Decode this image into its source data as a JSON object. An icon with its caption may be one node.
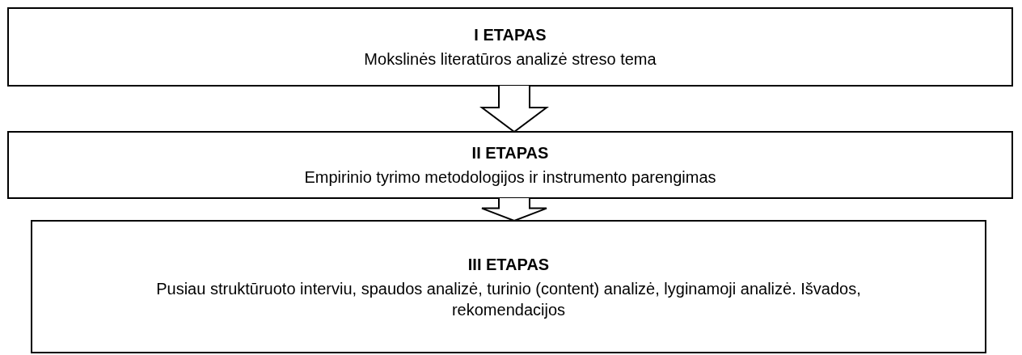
{
  "diagram": {
    "nodes": [
      {
        "text": [
          "I ETAPAS",
          "Mokslinės literatūros analizė streso tema"
        ]
      },
      {
        "text": [
          "II ETAPAS",
          "Empirinio tyrimo metodologijos ir instrumento parengimas"
        ]
      },
      {
        "text": [
          "III ETAPAS",
          "Pusiau struktūruoto interviu,  spaudos analizė, turinio (content) analizė, lyginamoji analizė. Išvados, rekomendacijos"
        ]
      }
    ],
    "edges": [
      {
        "from": 0,
        "to": 1,
        "arrow": "to"
      },
      {
        "from": 1,
        "to": 2,
        "arrow": "to"
      }
    ]
  }
}
